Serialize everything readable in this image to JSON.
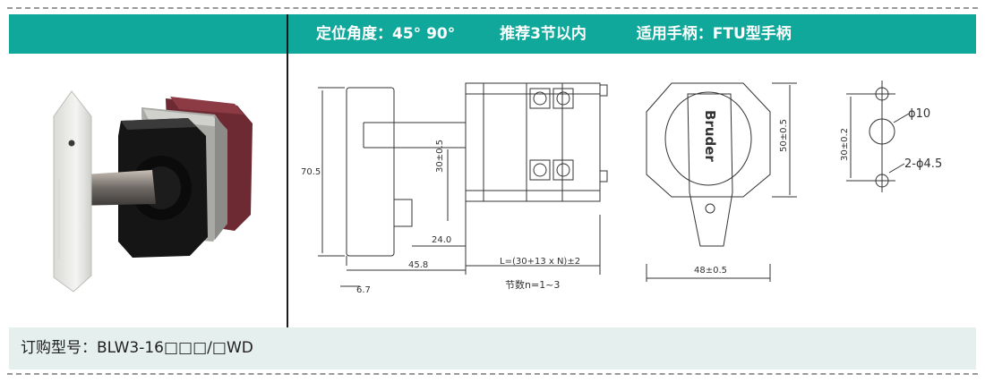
{
  "header": {
    "angle": "定位角度：45° 90°",
    "sections": "推荐3节以内",
    "handle": "适用手柄：FTU型手柄"
  },
  "drawing": {
    "height_dim": "70.5",
    "shaft_dim": "30±0.5",
    "offset_dim": "24.0",
    "base_dim": "45.8",
    "flange_dim": "6.7",
    "length_formula": "L=(30+13 x N)±2",
    "sections_note": "节数n=1~3",
    "handle_height": "50±0.5",
    "handle_width": "48±0.5",
    "handle_brand": "Bruder",
    "hole_spacing": "30±0.2",
    "hole_center": "ϕ10",
    "hole_mount": "2-ϕ4.5"
  },
  "footer": {
    "order_code": "订购型号：BLW3-16□□□/□WD"
  }
}
